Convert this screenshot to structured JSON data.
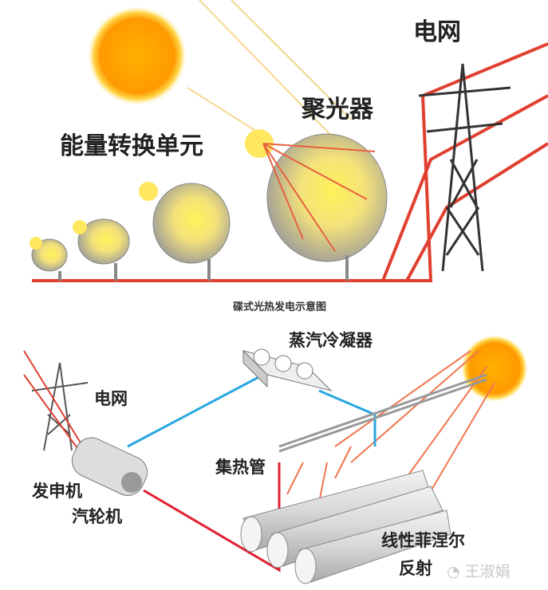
{
  "top_diagram": {
    "grid_label": "电网",
    "concentrator_label": "聚光器",
    "conversion_unit_label": "能量转换单元",
    "caption": "碟式光热发电示意图"
  },
  "bottom_diagram": {
    "condenser_label": "蒸汽冷凝器",
    "grid_label": "电网",
    "collector_tube_label": "集热管",
    "generator_label": "发申机",
    "turbine_label": "汽轮机",
    "reflector_label_line1": "线性菲涅尔",
    "reflector_label_line2": "反射"
  },
  "watermark": "王淑娟",
  "colors": {
    "sun": "#f7a500",
    "red_line": "#e04030",
    "blue_line": "#2aa8e0",
    "ray": "#f07850"
  }
}
